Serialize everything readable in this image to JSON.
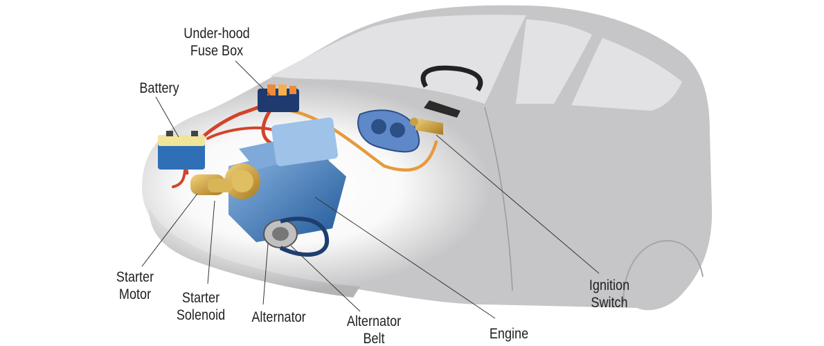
{
  "labels": {
    "fuse_box": {
      "line1": "Under-hood",
      "line2": "Fuse Box"
    },
    "battery": "Battery",
    "starter_motor": {
      "line1": "Starter",
      "line2": "Motor"
    },
    "starter_solenoid": {
      "line1": "Starter",
      "line2": "Solenoid"
    },
    "alternator": "Alternator",
    "alternator_belt": {
      "line1": "Alternator",
      "line2": "Belt"
    },
    "engine": "Engine",
    "ignition_switch": {
      "line1": "Ignition",
      "line2": "Switch"
    }
  },
  "colors": {
    "car_body": "#c4c4c6",
    "glass": "#e4e4e6",
    "wire_red": "#d2442a",
    "wire_orange": "#e69a3c",
    "engine_blue": "#2f6fb6",
    "brass": "#c99a3a"
  }
}
